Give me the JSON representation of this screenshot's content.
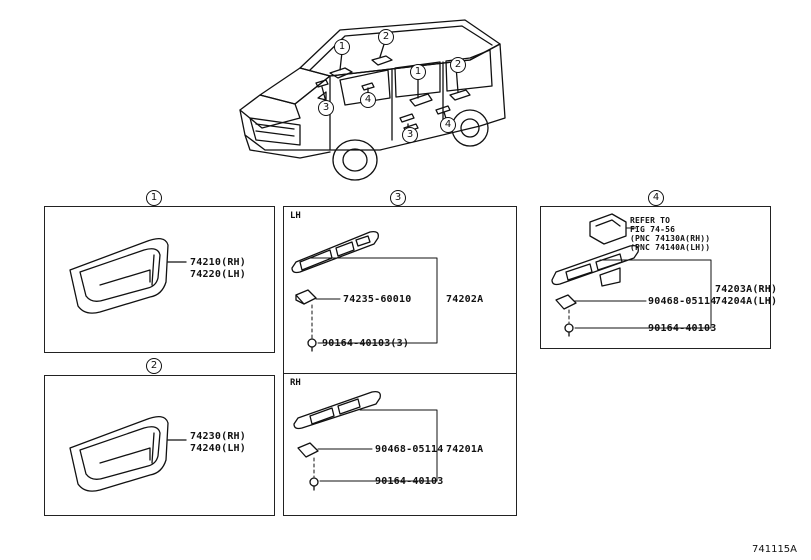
{
  "car_callouts": [
    "1",
    "2",
    "3",
    "4"
  ],
  "groups": {
    "g1": {
      "number": "1",
      "labels": [
        "74210(RH)",
        "74220(LH)"
      ]
    },
    "g2": {
      "number": "2",
      "labels": [
        "74230(RH)",
        "74240(LH)"
      ]
    },
    "g3": {
      "number": "3",
      "lh": {
        "side": "LH",
        "part_a": "74235-60010",
        "part_b": "90164-40103(3)",
        "assembly": "74202A"
      },
      "rh": {
        "side": "RH",
        "part_a": "90468-05114",
        "part_b": "90164-40103",
        "assembly": "74201A"
      }
    },
    "g4": {
      "number": "4",
      "refer": [
        "REFER TO",
        "FIG 74-56",
        "(PNC 74130A(RH))",
        "(PNC 74140A(LH))"
      ],
      "part_a": "90468-05114",
      "part_b": "90164-40103",
      "assembly": [
        "74203A(RH)",
        "74204A(LH)"
      ]
    }
  },
  "figure_id": "741115A"
}
